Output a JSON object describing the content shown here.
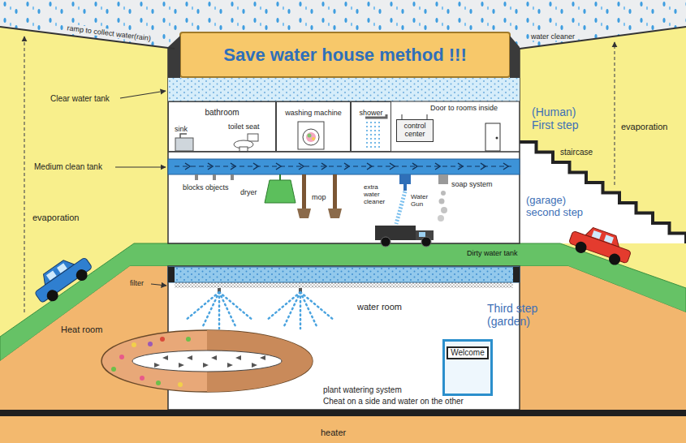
{
  "diagram": {
    "title": "Save water house method !!!",
    "nodes": [
      {
        "text": [
          "bathroom"
        ]
      },
      {
        "text": [
          "washing machine"
        ]
      },
      {
        "text": [
          "shower"
        ]
      },
      {
        "text": [
          "control center"
        ]
      },
      {
        "text": [
          "Welcome"
        ]
      }
    ],
    "labels": [
      "ramp to collect water(rain)",
      "water cleaner",
      "Clear water tank",
      "sink",
      "toilet seat",
      "Door to rooms inside",
      "(Human) First step",
      "evaporation",
      "evaporation",
      "Medium clean tank",
      "blocks objects",
      "dryer",
      "mop",
      "extra water cleaner",
      "Water Gun",
      "soap system",
      "staircase",
      "(garage) second step",
      "filter",
      "Dirty water tank",
      "Heat room",
      "water room",
      "Third step (garden)",
      "plant watering system",
      "Cheat on a side and water on the other",
      "heater"
    ]
  }
}
